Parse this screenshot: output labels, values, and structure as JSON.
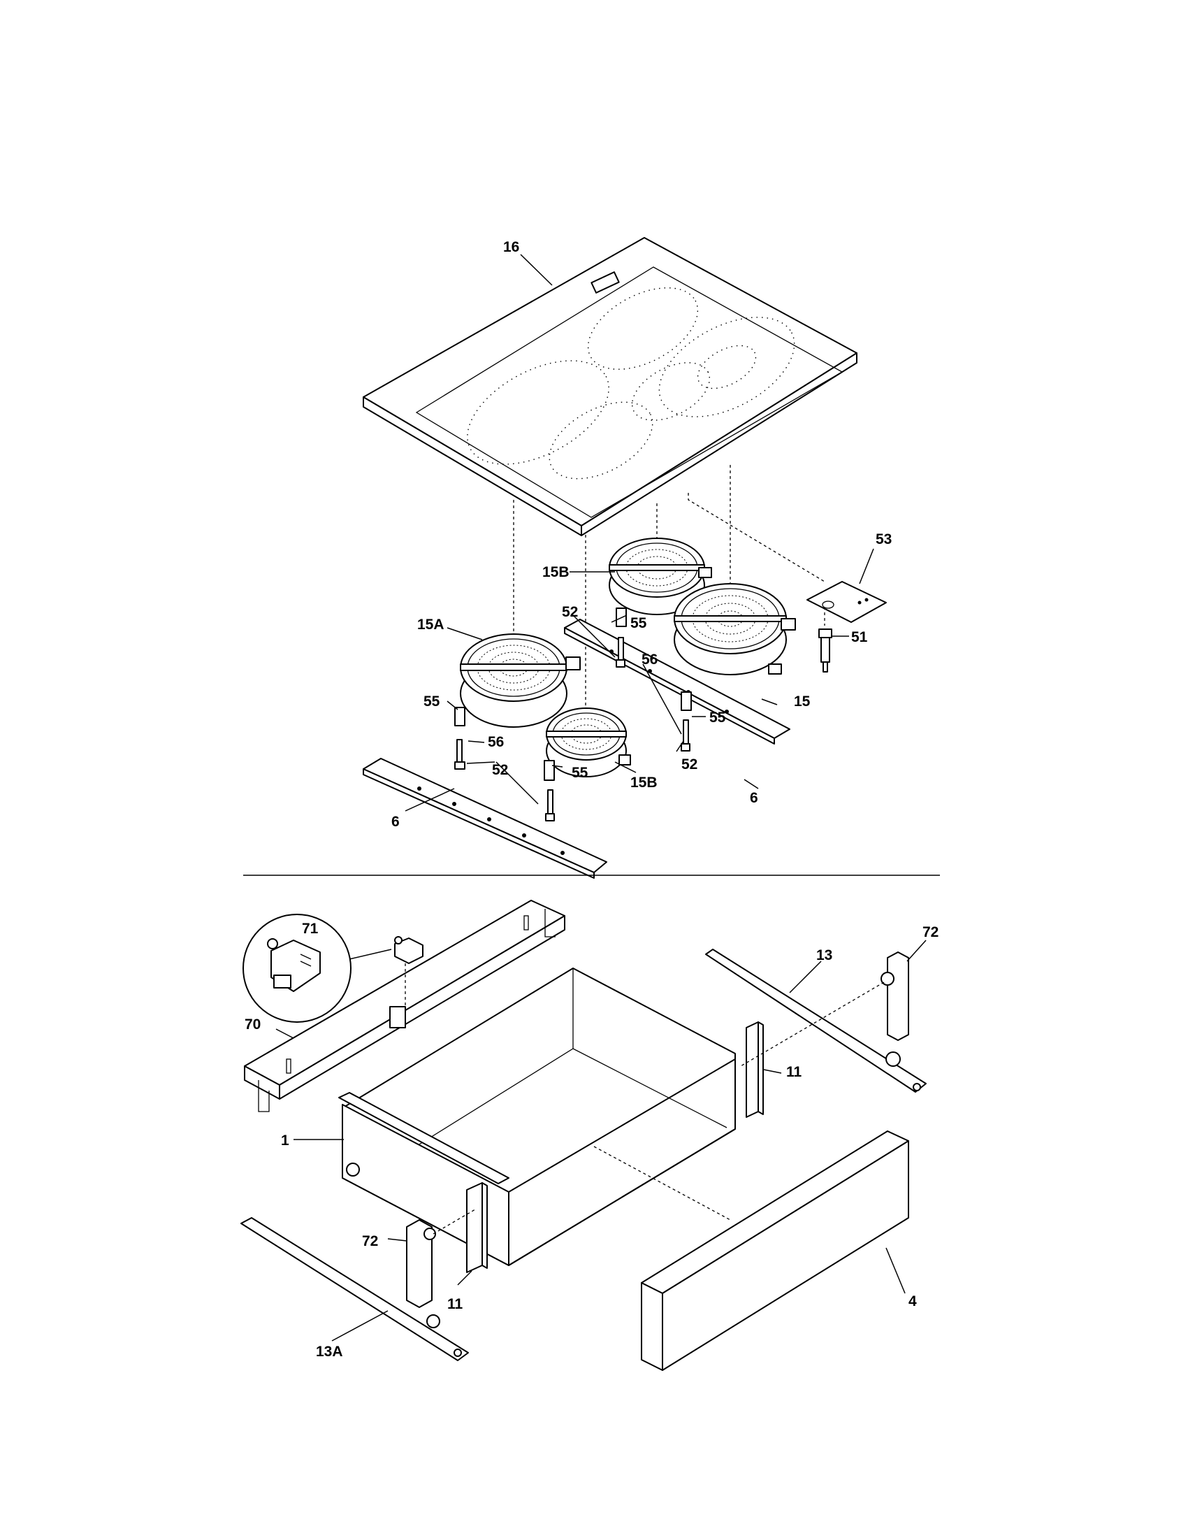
{
  "callouts": {
    "c16": "16",
    "c53": "53",
    "c15b_top": "15B",
    "c52_top": "52",
    "c55_top": "55",
    "c15a": "15A",
    "c56_mid": "56",
    "c51": "51",
    "c55_left": "55",
    "c55_mid": "55",
    "c15": "15",
    "c56_left": "56",
    "c52_left": "52",
    "c55_bottom": "55",
    "c52_right": "52",
    "c15b_bottom": "15B",
    "c6_right": "6",
    "c6_left": "6",
    "c71": "71",
    "c72_right": "72",
    "c13": "13",
    "c70": "70",
    "c11_right": "11",
    "c1": "1",
    "c72_left": "72",
    "c11_left": "11",
    "c4": "4",
    "c13a": "13A"
  }
}
